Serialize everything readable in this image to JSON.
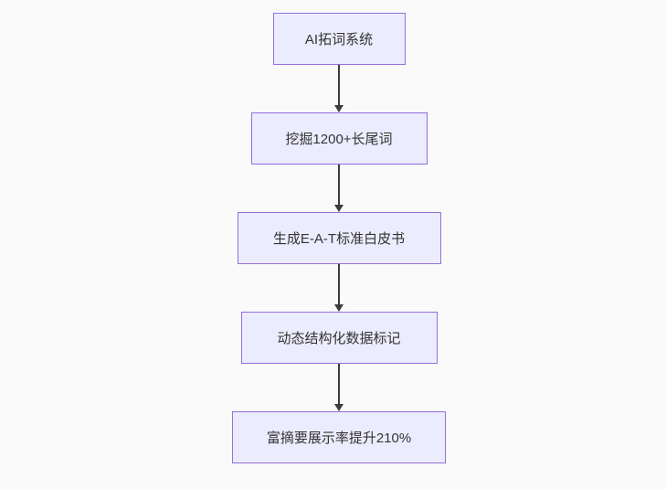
{
  "diagram": {
    "type": "flowchart",
    "direction": "top-down",
    "nodes": [
      {
        "id": "n1",
        "label": "AI拓词系统"
      },
      {
        "id": "n2",
        "label": "挖掘1200+长尾词"
      },
      {
        "id": "n3",
        "label": "生成E-A-T标准白皮书"
      },
      {
        "id": "n4",
        "label": "动态结构化数据标记"
      },
      {
        "id": "n5",
        "label": "富摘要展示率提升210%"
      }
    ],
    "edges": [
      {
        "from": "n1",
        "to": "n2"
      },
      {
        "from": "n2",
        "to": "n3"
      },
      {
        "from": "n3",
        "to": "n4"
      },
      {
        "from": "n4",
        "to": "n5"
      }
    ],
    "colors": {
      "background": "#fafafa",
      "node_fill": "#ececff",
      "node_border": "#9370db",
      "arrow_color": "#3b3b3b",
      "text_color": "#333333"
    }
  }
}
